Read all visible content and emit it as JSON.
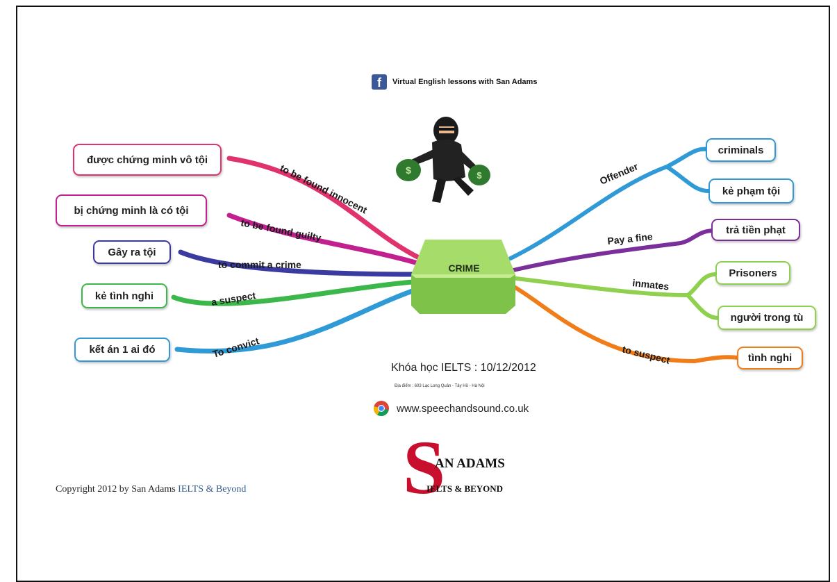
{
  "header": {
    "text": "Virtual English lessons with San Adams",
    "icon": "facebook-icon"
  },
  "center": {
    "label": "CRIME",
    "color": "#8fd14f"
  },
  "left_branches": [
    {
      "branch": "to be found innocent",
      "box": "được chứng minh vô tội",
      "color": "#e0336e"
    },
    {
      "branch": "to be found  guilty",
      "box": "bị chứng minh là có tội",
      "color": "#c21f8f"
    },
    {
      "branch": "to commit a crime",
      "box": "Gây ra tội",
      "color": "#3a3aa0"
    },
    {
      "branch": "a suspect",
      "box": "kẻ tình nghi",
      "color": "#3cb84a"
    },
    {
      "branch": "To convict",
      "box": "kết án 1 ai đó",
      "color": "#2f9ad6"
    }
  ],
  "right_branches": [
    {
      "branch": "Offender",
      "boxes": [
        "criminals",
        "kẻ phạm tội"
      ],
      "color": "#2f9ad6"
    },
    {
      "branch": "Pay a fine",
      "boxes": [
        "trả tiền phạt"
      ],
      "color": "#7a2f9a"
    },
    {
      "branch": "inmates",
      "boxes": [
        "Prisoners",
        "người trong tù"
      ],
      "color": "#8fd14f"
    },
    {
      "branch": "to suspect",
      "boxes": [
        "tình nghi"
      ],
      "color": "#f07d1a"
    }
  ],
  "footer": {
    "course": "Khóa học IELTS : 10/12/2012",
    "address": "Địa điểm : 603 Lạc Long Quân - Tây Hồ - Hà Nội",
    "website": "www.speechandsound.co.uk",
    "web_icon": "chrome-icon",
    "copyright_prefix": "Copyright 2012 by San Adams ",
    "copyright_brand": "IELTS & Beyond",
    "logo_line1": "AN ADAMS",
    "logo_line2": "IELTS & BEYOND",
    "logo_letter": "S"
  }
}
